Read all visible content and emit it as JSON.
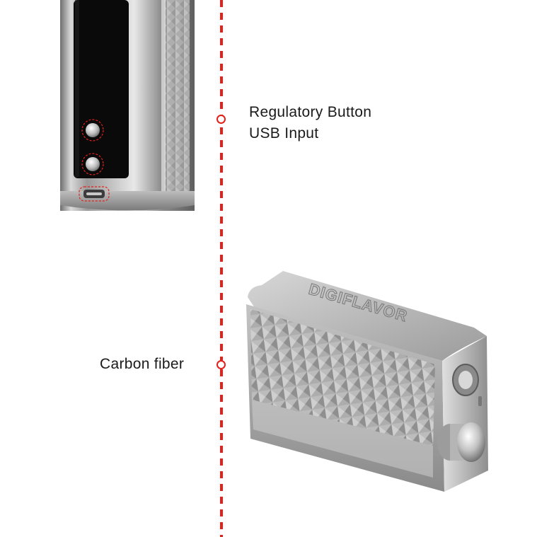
{
  "labels": {
    "regulatory_button": "Regulatory Button",
    "usb_input": "USB Input",
    "carbon_fiber": "Carbon fiber"
  },
  "brand": {
    "engraving": "DIGIFLAVOR"
  },
  "colors": {
    "accent_red": "#e32019",
    "label_text": "#1a1a1a",
    "metal": "#a8a8a8",
    "panel_black": "#0a0a0a"
  }
}
